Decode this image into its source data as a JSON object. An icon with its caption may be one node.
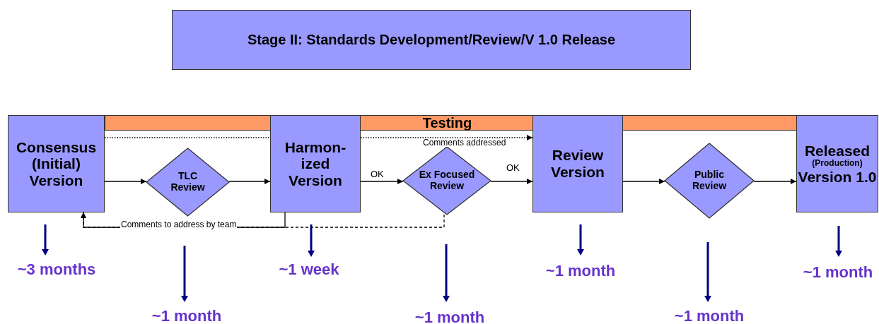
{
  "diagram": {
    "nodes": [
      {
        "text": [
          "Stage II: Standards Development/Review/V 1.0 Release"
        ]
      },
      {
        "text": [
          "Consensus (Initial) Version"
        ]
      },
      {
        "text": [
          "TLC Review"
        ]
      },
      {
        "text": [
          "Harmon- ized Version"
        ]
      },
      {
        "text": [
          "Ex Focused Review"
        ]
      },
      {
        "text": [
          "Review Version"
        ]
      },
      {
        "text": [
          "Public Review"
        ]
      },
      {
        "text": [
          "Released",
          "(Production)",
          "Version 1.0"
        ]
      },
      {
        "text": [
          "Testing"
        ]
      }
    ],
    "edges": [
      {
        "from": 1,
        "to": 2,
        "arrow": "to"
      },
      {
        "from": 2,
        "to": 3,
        "arrow": "to"
      },
      {
        "from": 3,
        "to": 4,
        "arrow": "to",
        "label": "OK"
      },
      {
        "from": 4,
        "to": 5,
        "arrow": "to",
        "label": "OK"
      },
      {
        "from": 5,
        "to": 6,
        "arrow": "to"
      },
      {
        "from": 6,
        "to": 7,
        "arrow": "to"
      },
      {
        "from": 1,
        "to": 3,
        "arrow": "none",
        "style": "dashed"
      },
      {
        "from": 3,
        "to": 5,
        "arrow": "to",
        "label": "Comments addressed",
        "style": "dashed"
      },
      {
        "from": 4,
        "to": 1,
        "arrow": "to",
        "style": "dashed"
      },
      {
        "from": 3,
        "to": 1,
        "arrow": "to",
        "label": "Comments to address by team"
      }
    ],
    "labels": [
      "~3 months",
      "~1 month",
      "~1 week",
      "~1 month",
      "~1 month",
      "~1 month",
      "~1 month"
    ]
  }
}
